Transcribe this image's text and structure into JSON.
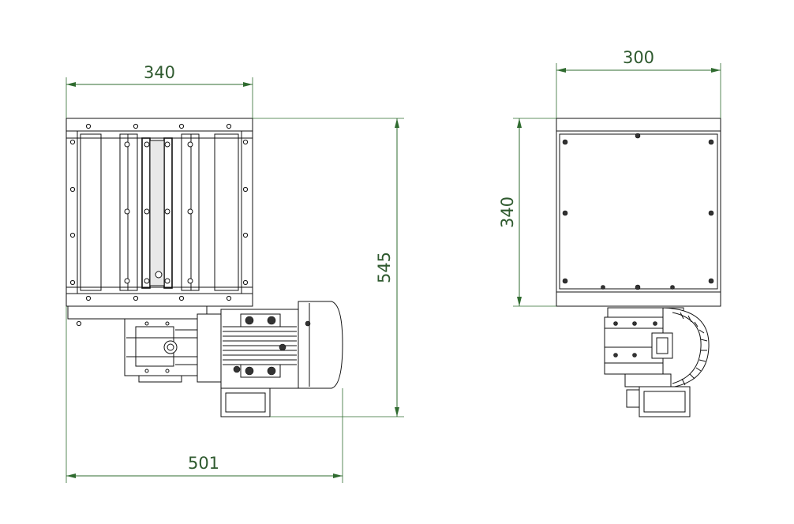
{
  "drawing": {
    "type": "technical-drawing",
    "views": [
      "front",
      "side"
    ]
  },
  "dimensions": {
    "front_width": "340",
    "front_height_total": "545",
    "front_total_width": "501",
    "side_width": "300",
    "side_height": "340"
  },
  "colors": {
    "dimension_lines": "#2f6b2f",
    "dimension_text": "#2f5a2f",
    "outline": "#111111"
  }
}
